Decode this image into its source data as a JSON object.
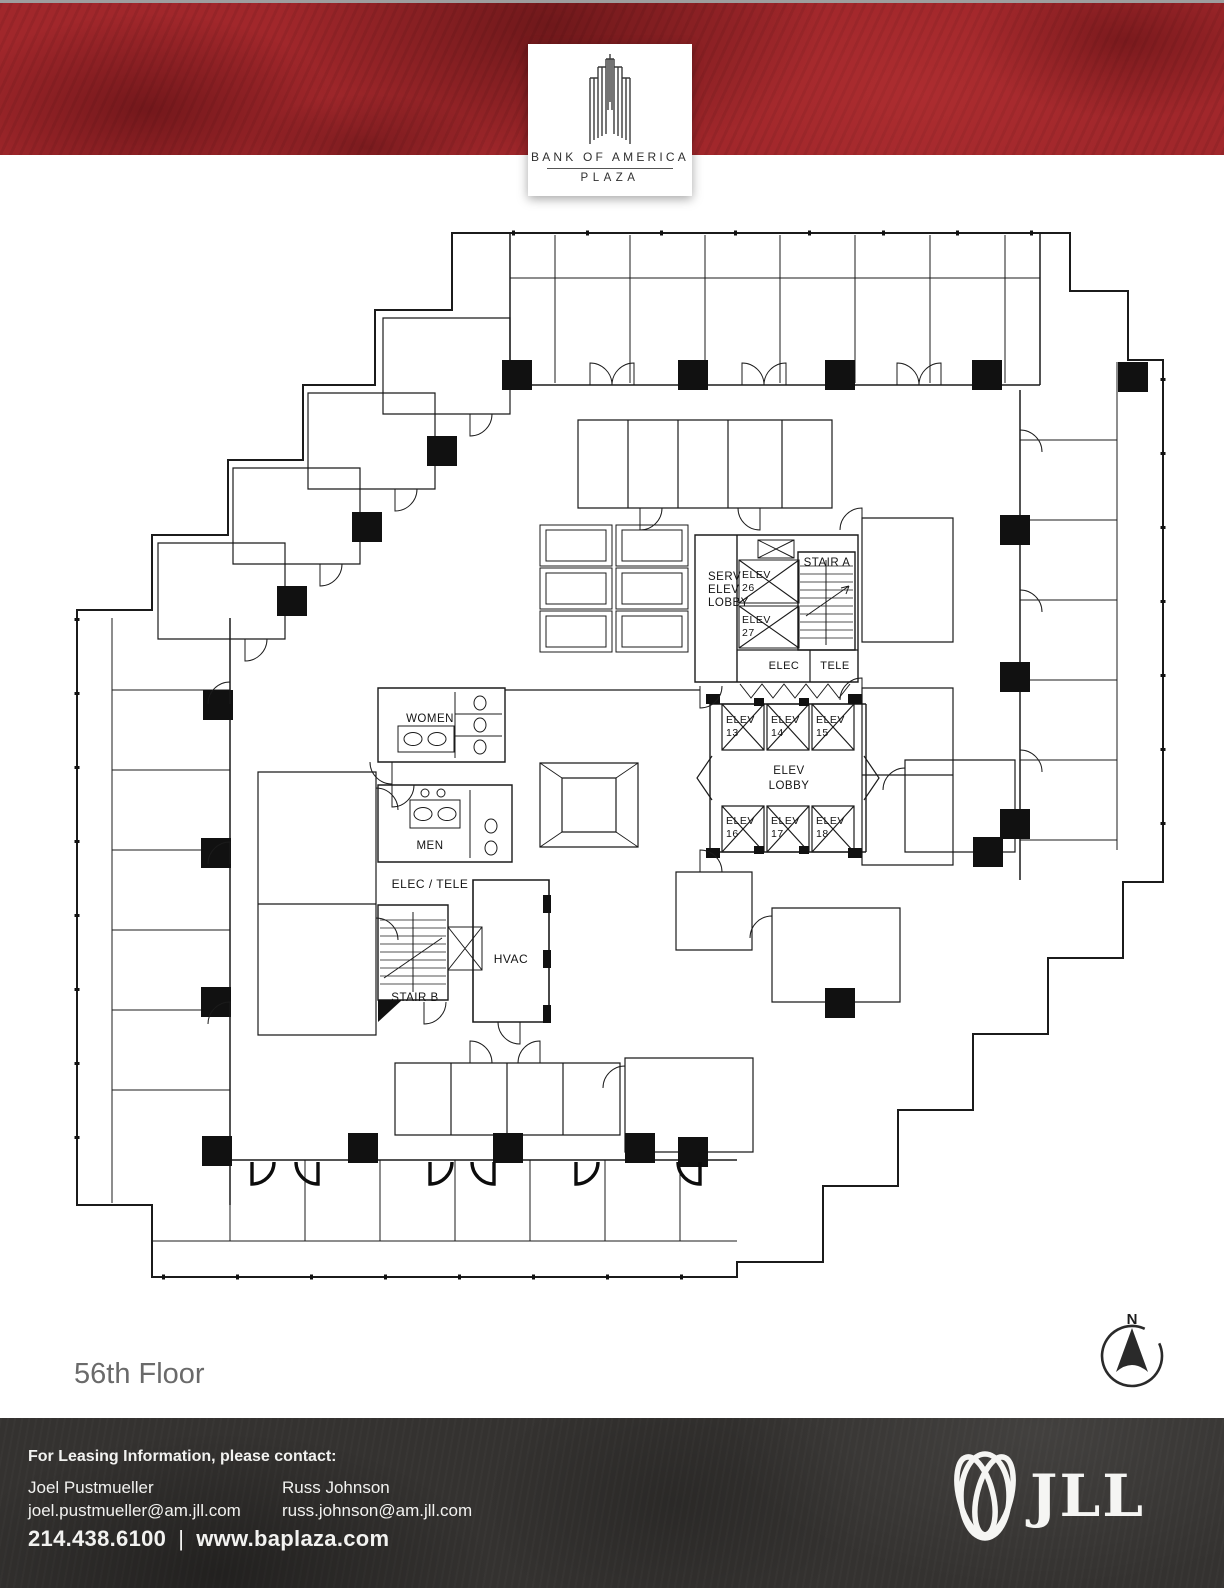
{
  "page": {
    "floor_label": "56th Floor"
  },
  "brand": {
    "line1": "BANK OF AMERICA",
    "line2": "PLAZA"
  },
  "plan": {
    "labels": {
      "serv_elev_lobby": [
        "SERV",
        "ELEV",
        "LOBBY"
      ],
      "stair_a": "STAIR A",
      "elev_26": [
        "ELEV",
        "26"
      ],
      "elev_27": [
        "ELEV",
        "27"
      ],
      "elec": "ELEC",
      "tele": "TELE",
      "elev_13": [
        "ELEV",
        "13"
      ],
      "elev_14": [
        "ELEV",
        "14"
      ],
      "elev_15": [
        "ELEV",
        "15"
      ],
      "elev_lobby": [
        "ELEV",
        "LOBBY"
      ],
      "elev_16": [
        "ELEV",
        "16"
      ],
      "elev_17": [
        "ELEV",
        "17"
      ],
      "elev_18": [
        "ELEV",
        "18"
      ],
      "women": "WOMEN",
      "men": "MEN",
      "elec_tele": "ELEC / TELE",
      "stair_b": "STAIR B",
      "hvac": "HVAC",
      "compass_north": "N"
    }
  },
  "footer": {
    "heading": "For Leasing Information, please contact:",
    "contacts": [
      {
        "name": "Joel Pustmueller",
        "email": "joel.pustmueller@am.jll.com"
      },
      {
        "name": "Russ Johnson",
        "email": "russ.johnson@am.jll.com"
      }
    ],
    "phone": "214.438.6100",
    "separator": "|",
    "website": "www.baplaza.com",
    "logo": "JLL"
  },
  "colors": {
    "banner_red": "#a1272b",
    "footer_charcoal": "#343230",
    "plan_line": "#1b1b1b"
  }
}
